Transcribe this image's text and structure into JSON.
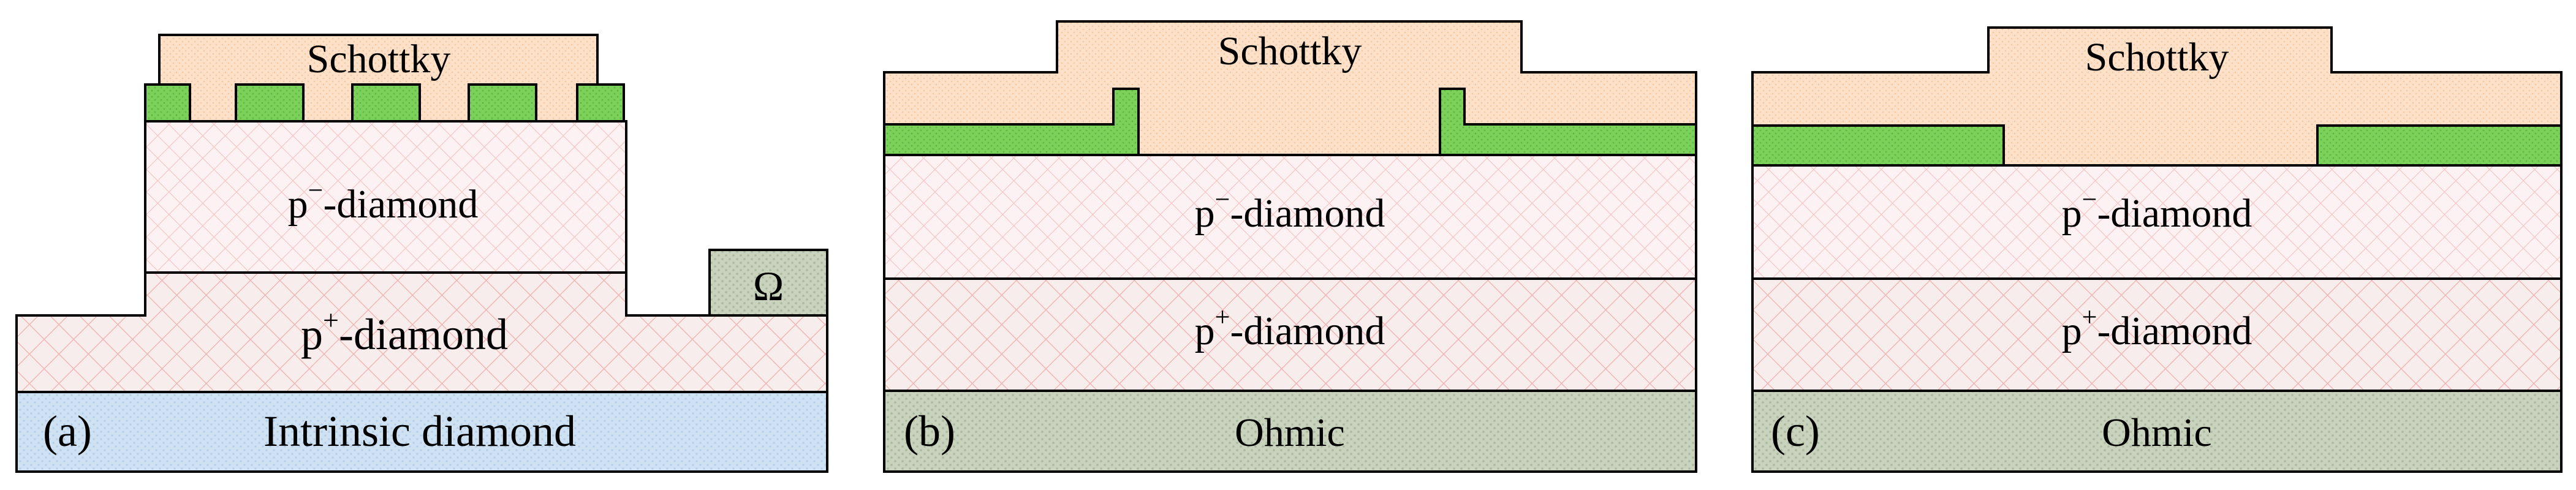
{
  "panels": [
    {
      "id": "a",
      "panel_label": "(a)",
      "schottky_label": "Schottky",
      "p_minus_label_main": "p",
      "p_minus_sup": "−",
      "p_minus_label_rest": "-diamond",
      "p_plus_label_main": "p",
      "p_plus_sup": "+",
      "p_plus_label_rest": "-diamond",
      "bottom_label": "Intrinsic diamond",
      "ohmic_symbol": "Ω"
    },
    {
      "id": "b",
      "panel_label": "(b)",
      "schottky_label": "Schottky",
      "p_minus_label_main": "p",
      "p_minus_sup": "−",
      "p_minus_label_rest": "-diamond",
      "p_plus_label_main": "p",
      "p_plus_sup": "+",
      "p_plus_label_rest": "-diamond",
      "bottom_label": "Ohmic"
    },
    {
      "id": "c",
      "panel_label": "(c)",
      "schottky_label": "Schottky",
      "p_minus_label_main": "p",
      "p_minus_sup": "−",
      "p_minus_label_rest": "-diamond",
      "p_plus_label_main": "p",
      "p_plus_sup": "+",
      "p_plus_label_rest": "-diamond",
      "bottom_label": "Ohmic"
    }
  ],
  "colors": {
    "schottky_fill": "#fde0c8",
    "dielectric_fill": "#7bd15a",
    "p_minus_fill": "#fdf2f3",
    "p_plus_fill": "#f8ecec",
    "hatch_line": "#f4b4b4",
    "intrinsic_fill": "#cfe2f3",
    "ohmic_fill": "#c8d2bd",
    "outline": "#000000"
  }
}
